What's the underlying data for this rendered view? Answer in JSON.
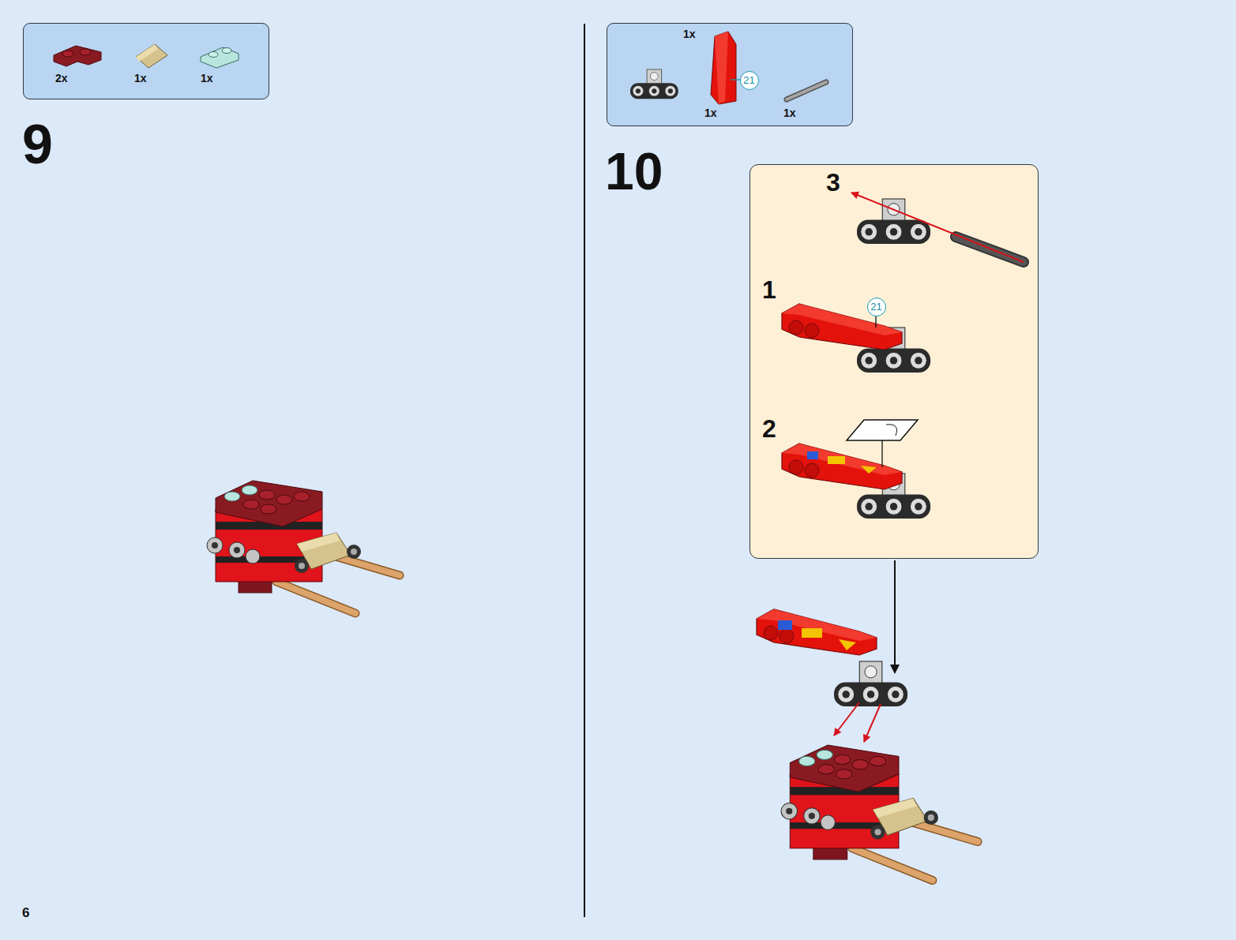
{
  "diagram": {
    "nodes": [
      {
        "text": [
          "2x",
          "1x",
          "1x"
        ]
      },
      {
        "text": [
          "1x",
          "1x",
          "1x"
        ]
      },
      {
        "text": [
          "21"
        ],
        "in": 1
      },
      {
        "text": [
          "1",
          "2",
          "3"
        ]
      },
      {
        "text": [
          "21"
        ],
        "in": 3
      }
    ],
    "labels": [
      "9",
      "10",
      "6"
    ]
  }
}
